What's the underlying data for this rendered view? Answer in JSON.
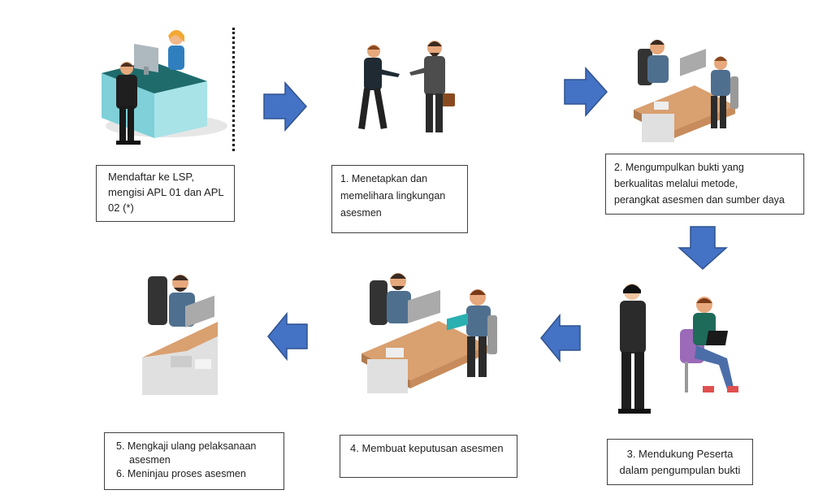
{
  "steps": {
    "registration": {
      "lines": [
        "Mendaftar ke LSP,",
        "mengisi APL 01 dan APL",
        "02 (*)"
      ]
    },
    "step1": {
      "lines": [
        "1. Menetapkan dan",
        "memelihara lingkungan",
        "asesmen"
      ]
    },
    "step2": {
      "lines": [
        "2. Mengumpulkan bukti yang",
        "berkualitas melalui metode,",
        "perangkat asesmen dan sumber daya"
      ]
    },
    "step3": {
      "lines": [
        "3. Mendukung Peserta",
        "dalam pengumpulan bukti"
      ]
    },
    "step4": {
      "lines": [
        "4. Membuat keputusan asesmen"
      ]
    },
    "step56": {
      "lines": [
        "5.  Mengkaji  ulang  pelaksanaan",
        "asesmen",
        "6. Meninjau proses asesmen"
      ]
    }
  },
  "colors": {
    "arrow": "#4472c4",
    "arrow_border": "#2f528f",
    "box_border": "#404040",
    "desk": "#d9a070",
    "suit": "#2b2b2b",
    "sweater": "#4f6f8f"
  }
}
